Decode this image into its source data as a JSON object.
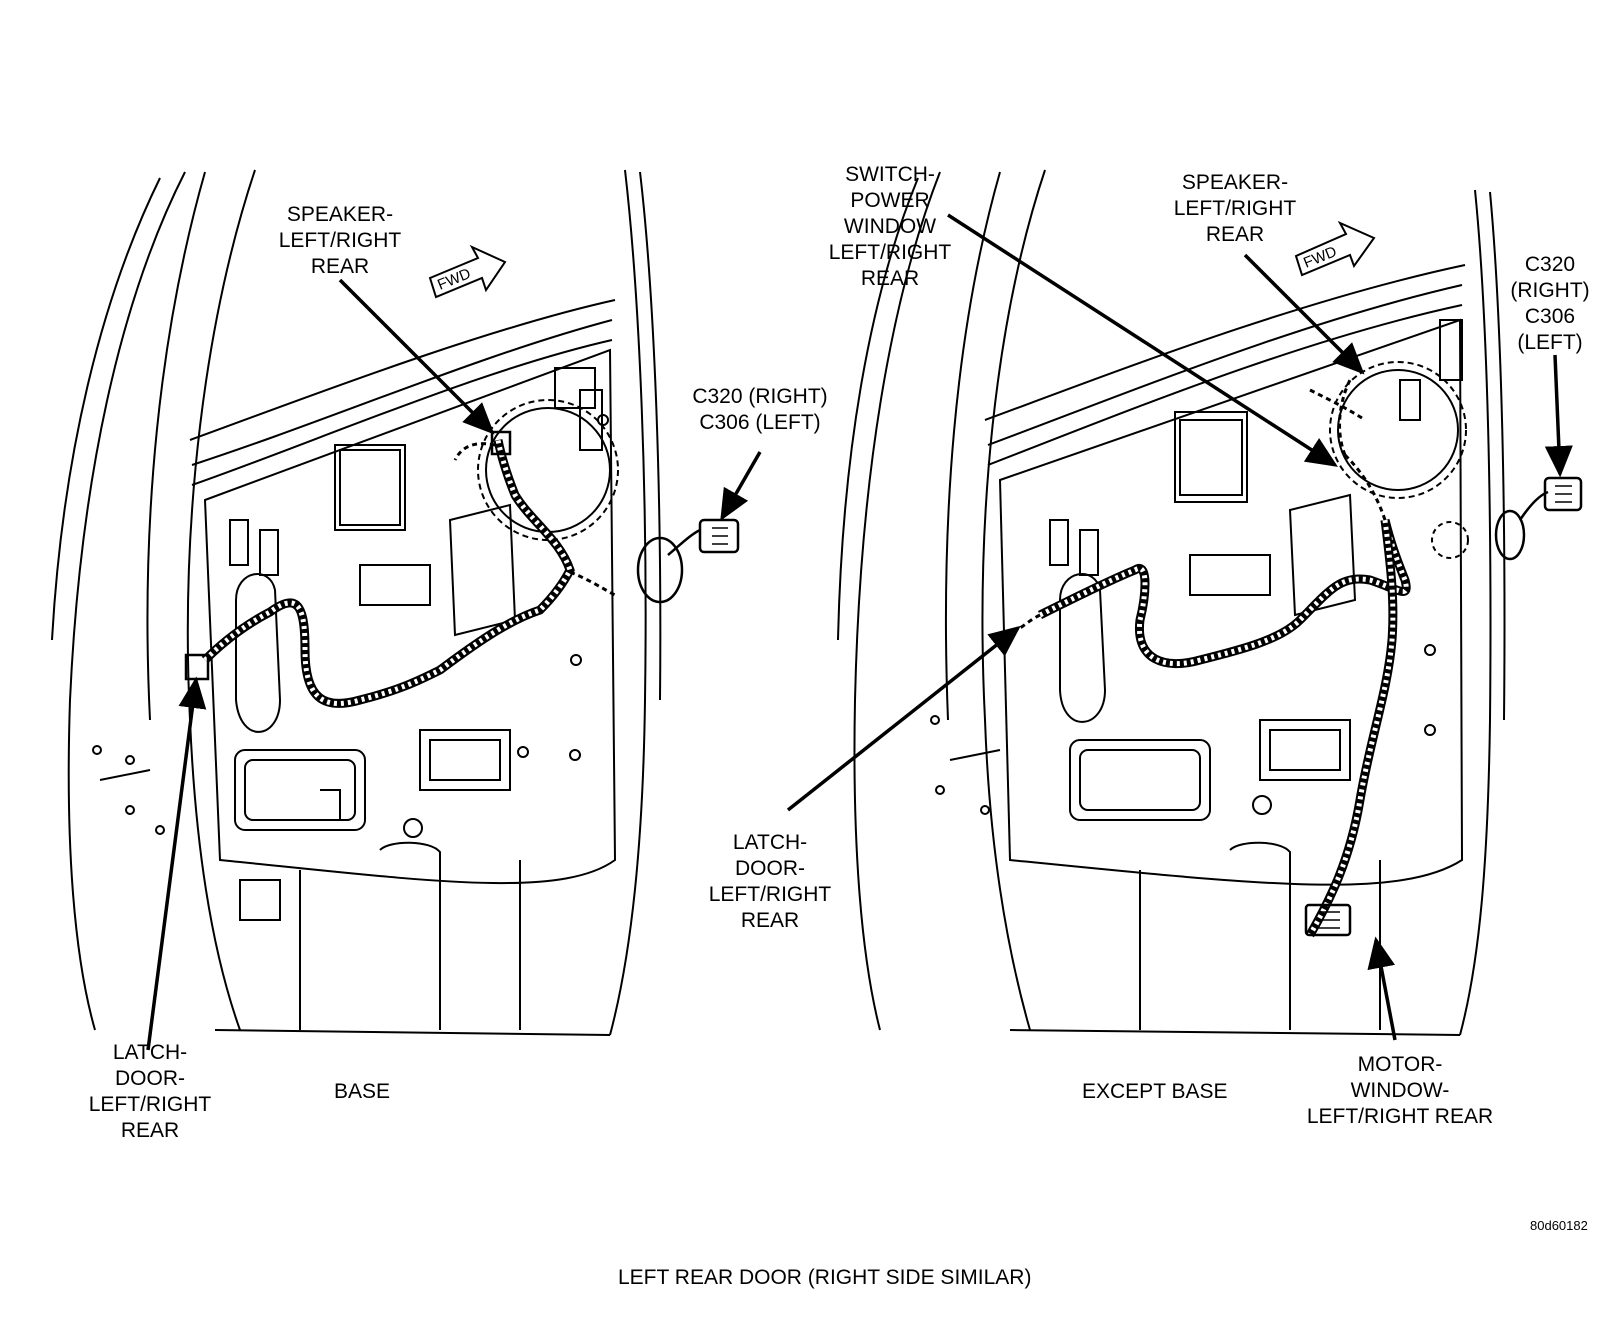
{
  "fwd_label": "FWD",
  "left_view": {
    "caption": "BASE",
    "speaker": [
      "SPEAKER-",
      "LEFT/RIGHT",
      "REAR"
    ],
    "connector": [
      "C320 (RIGHT)",
      "C306 (LEFT)"
    ],
    "latch": [
      "LATCH-",
      "DOOR-",
      "LEFT/RIGHT",
      "REAR"
    ]
  },
  "right_view": {
    "caption": "EXCEPT BASE",
    "switch": [
      "SWITCH-",
      "POWER",
      "WINDOW",
      "LEFT/RIGHT",
      "REAR"
    ],
    "speaker": [
      "SPEAKER-",
      "LEFT/RIGHT",
      "REAR"
    ],
    "connector": [
      "C320",
      "(RIGHT)",
      "C306",
      "(LEFT)"
    ],
    "latch": [
      "LATCH-",
      "DOOR-",
      "LEFT/RIGHT",
      "REAR"
    ],
    "motor": [
      "MOTOR-",
      "WINDOW-",
      "LEFT/RIGHT REAR"
    ]
  },
  "figure_id": "80d60182",
  "title": "LEFT REAR DOOR (RIGHT SIDE SIMILAR)"
}
